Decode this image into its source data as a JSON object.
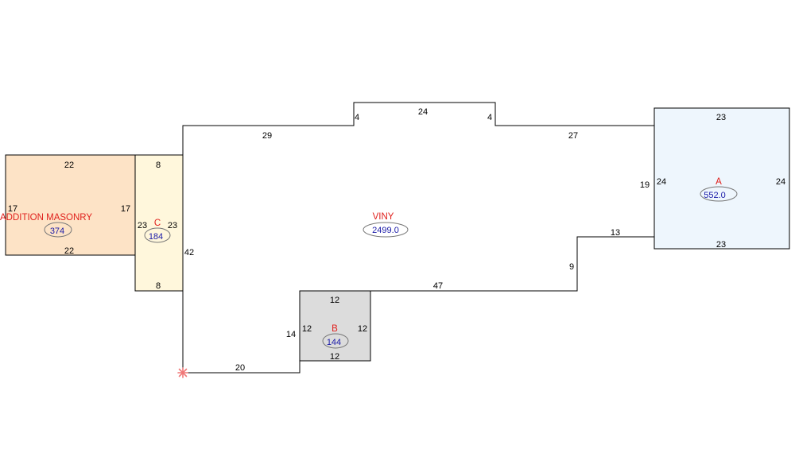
{
  "colors": {
    "outline": "#000000",
    "label": "#e0201c",
    "area_text": "#1a1aa8",
    "area_ellipse": "#777777",
    "origin_marker": "#f07878",
    "fill_addition": "#fde3c6",
    "fill_c": "#fff7dc",
    "fill_a": "#eef6fd",
    "fill_b": "#dcdcdc"
  },
  "main": {
    "label": "VINY",
    "area": "2499.0",
    "dims": {
      "top_left": "29",
      "bump_left": "4",
      "bump_top": "24",
      "bump_right": "4",
      "top_right": "27",
      "right_step": "13",
      "right_drop": "9",
      "bottom_mid": "47",
      "left_side": "42",
      "bottom_left": "20",
      "notch_side": "14",
      "right_side": "19"
    }
  },
  "section_a": {
    "label": "A",
    "area": "552.0",
    "dims": {
      "top": "23",
      "left": "24",
      "right": "24",
      "bottom": "23"
    }
  },
  "section_b": {
    "label": "B",
    "area": "144",
    "dims": {
      "top": "12",
      "left": "12",
      "right": "12",
      "bottom": "12"
    }
  },
  "section_c": {
    "label": "C",
    "area": "184",
    "dims": {
      "top": "8",
      "left": "23",
      "right": "23",
      "bottom": "8"
    }
  },
  "addition": {
    "label": "ADDITION MASONRY",
    "area": "374",
    "dims": {
      "top": "22",
      "left": "17",
      "right": "17",
      "bottom": "22"
    }
  }
}
